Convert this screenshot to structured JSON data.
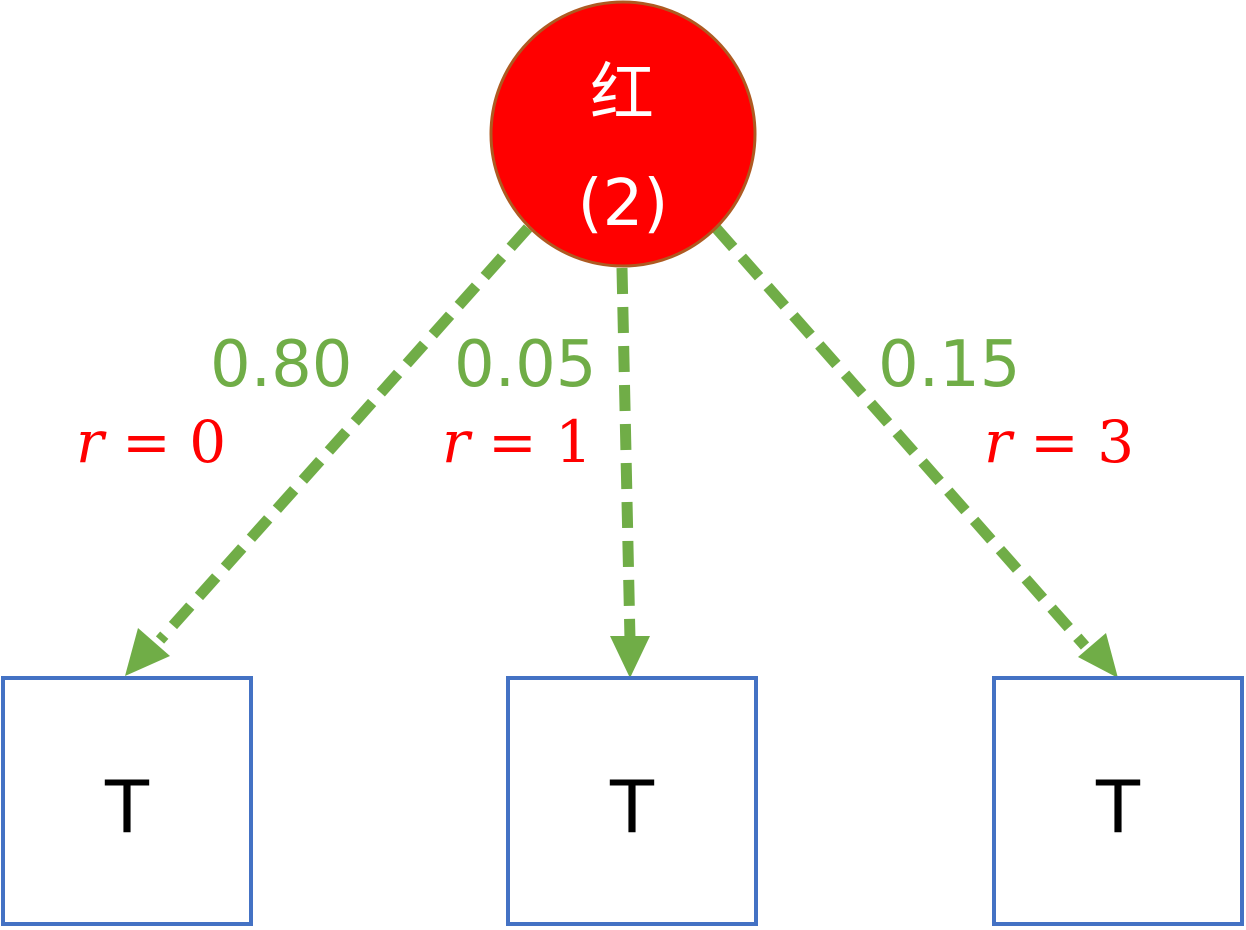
{
  "root": {
    "label_line1": "红",
    "label_line2": "(2)"
  },
  "edges": [
    {
      "probability": "0.80",
      "reward_var": "r",
      "reward_eq": " = 0"
    },
    {
      "probability": "0.05",
      "reward_var": "r",
      "reward_eq": " = 1"
    },
    {
      "probability": "0.15",
      "reward_var": "r",
      "reward_eq": " = 3"
    }
  ],
  "terminals": [
    {
      "label": "T"
    },
    {
      "label": "T"
    },
    {
      "label": "T"
    }
  ],
  "colors": {
    "root_fill": "#ff0000",
    "root_stroke": "#ae5a21",
    "edge": "#70ad47",
    "reward_text": "#ff0000",
    "terminal_border": "#4472c4"
  }
}
